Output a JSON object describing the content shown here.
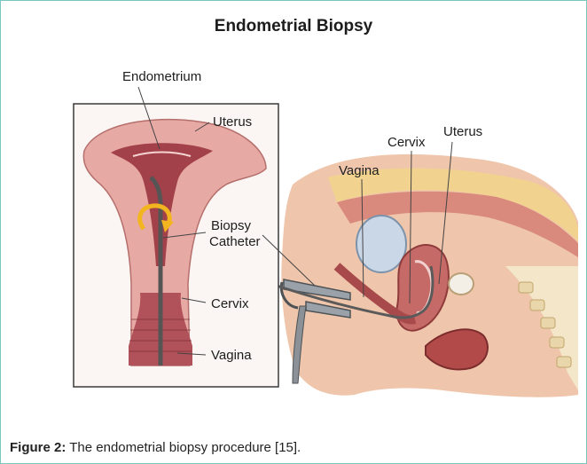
{
  "figure": {
    "title": "Endometrial Biopsy",
    "caption_label": "Figure 2:",
    "caption_text": " The endometrial biopsy procedure [15]."
  },
  "left_panel_labels": {
    "endometrium": "Endometrium",
    "uterus": "Uterus",
    "biopsy": "Biopsy",
    "catheter": "Catheter",
    "cervix": "Cervix",
    "vagina": "Vagina"
  },
  "right_panel_labels": {
    "vagina": "Vagina",
    "cervix": "Cervix",
    "uterus": "Uterus"
  },
  "colors": {
    "border": "#79c7bd",
    "tissue_pink": "#e7a9a4",
    "tissue_dark": "#9c3b3e",
    "skin": "#efc6ab",
    "catheter": "#5a5a5a",
    "arrow": "#f3b51f"
  }
}
